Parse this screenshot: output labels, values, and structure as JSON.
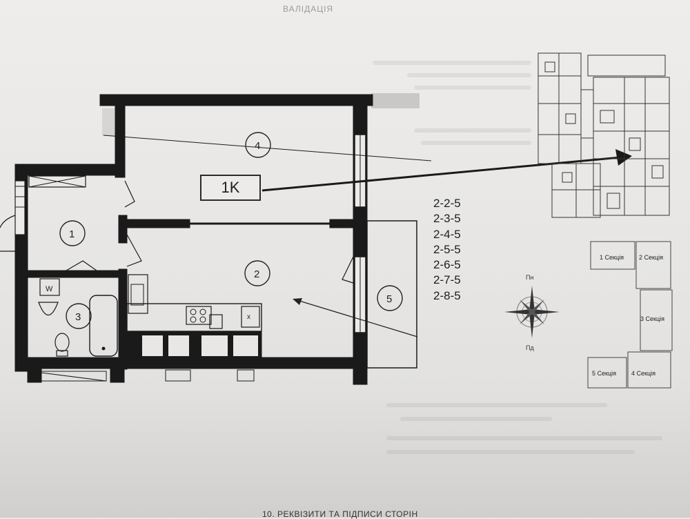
{
  "header": {
    "faded_title": "ВАЛІДАЦІЯ"
  },
  "floorplan": {
    "unit_type": "1K",
    "rooms": [
      {
        "id": "1",
        "label": "1"
      },
      {
        "id": "2",
        "label": "2"
      },
      {
        "id": "3",
        "label": "3"
      },
      {
        "id": "4",
        "label": "4"
      },
      {
        "id": "5",
        "label": "5"
      }
    ],
    "washer_mark": "W",
    "stove_mark": "x"
  },
  "apartments": [
    "2-2-5",
    "2-3-5",
    "2-4-5",
    "2-5-5",
    "2-6-5",
    "2-7-5",
    "2-8-5"
  ],
  "compass": {
    "north": "Пн",
    "south": "Пд"
  },
  "sections": [
    {
      "label": "1 Секція"
    },
    {
      "label": "2 Секція"
    },
    {
      "label": "3 Секція"
    },
    {
      "label": "5 Секція"
    },
    {
      "label": "4 Секція"
    }
  ],
  "footer": {
    "caption": "10. РЕКВІЗИТИ ТА ПІДПИСИ СТОРІН"
  }
}
